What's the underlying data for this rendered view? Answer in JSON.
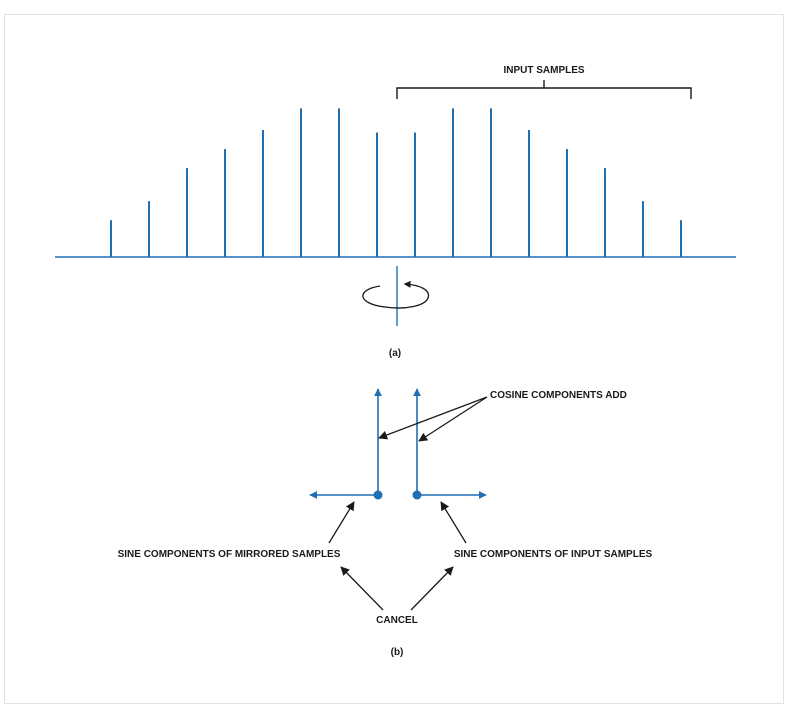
{
  "labels": {
    "input_samples": "INPUT SAMPLES",
    "caption_a": "(a)",
    "cosine_components_add": "COSINE COMPONENTS ADD",
    "sine_mirrored": "SINE COMPONENTS OF MIRRORED SAMPLES",
    "sine_input": "SINE COMPONENTS OF INPUT SAMPLES",
    "cancel": "CANCEL",
    "caption_b": "(b)"
  },
  "samples": {
    "mirrored_heights": [
      0.29,
      0.44,
      0.7,
      0.85,
      1.0,
      1.17,
      1.17,
      0.98
    ],
    "input_heights": [
      0.98,
      1.17,
      1.17,
      1.0,
      0.85,
      0.7,
      0.44,
      0.29
    ]
  },
  "colors": {
    "stem": "#1f6fb2",
    "arrow": "#1f6fb2",
    "leader": "#1a1a1a",
    "bracket": "#1a1a1a"
  }
}
